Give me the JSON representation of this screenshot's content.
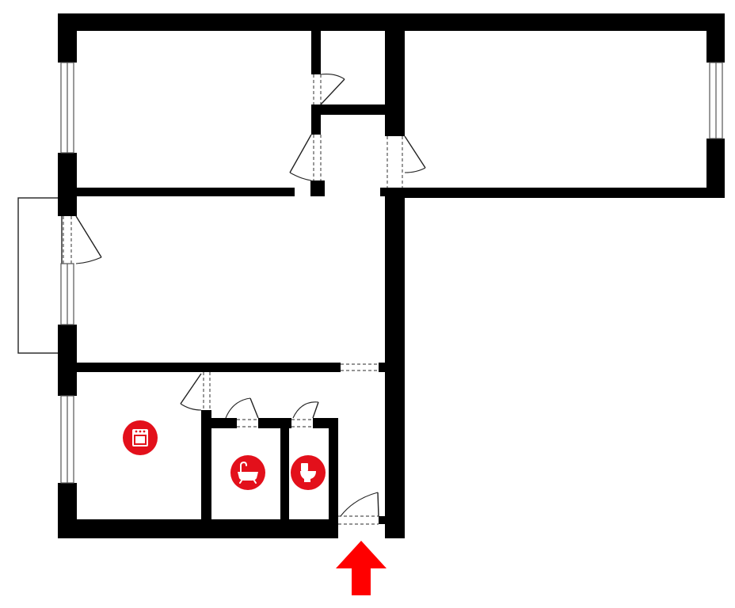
{
  "diagram": {
    "kind": "apartment-floor-plan",
    "colors": {
      "walls": "#000000",
      "background": "#ffffff",
      "icons": "#e3101b",
      "entrance_arrow": "#ff0000"
    },
    "rooms": [
      {
        "name": "room-top-left"
      },
      {
        "name": "room-top-right"
      },
      {
        "name": "living-room"
      },
      {
        "name": "corridor"
      },
      {
        "name": "kitchen",
        "icon": "stove-icon"
      },
      {
        "name": "bathroom",
        "icon": "bathtub-icon"
      },
      {
        "name": "toilet",
        "icon": "toilet-icon"
      },
      {
        "name": "balcony"
      }
    ],
    "entrance": {
      "icon": "entrance-arrow-icon"
    }
  }
}
